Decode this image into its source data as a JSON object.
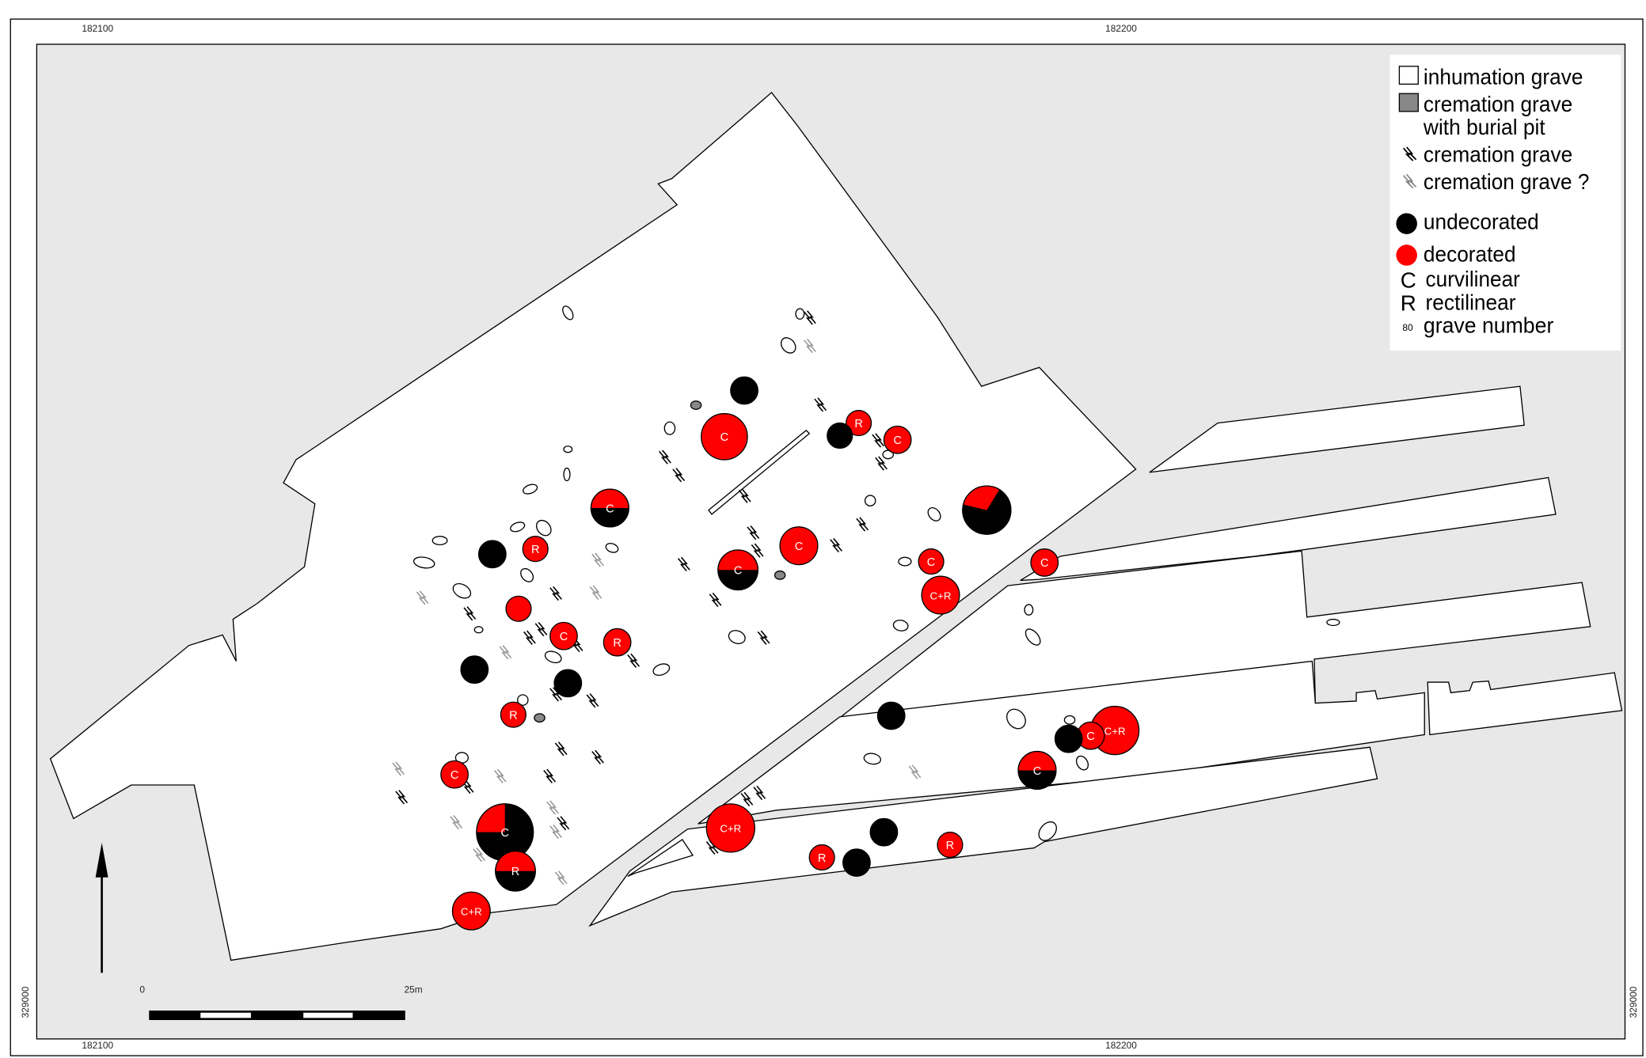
{
  "coords": {
    "x_left": "182100",
    "x_right": "182200",
    "y_left": "329000",
    "y_right": "329000"
  },
  "scale": {
    "start": "0",
    "end": "25m"
  },
  "legend": {
    "inhumation": "inhumation grave",
    "cremation_pit_1": "cremation grave",
    "cremation_pit_2": "with burial pit",
    "cremation": "cremation grave",
    "cremation_q": "cremation grave ?",
    "undecorated": "undecorated",
    "decorated": "decorated",
    "c_sym": "C",
    "c_label": "curvilinear",
    "r_sym": "R",
    "r_label": "rectilinear",
    "num_sym": "80",
    "num_label": "grave number"
  },
  "colors": {
    "decorated": "#ff0000",
    "undecorated": "#000000",
    "background": "#e8e8e8",
    "site": "#ffffff",
    "pit": "#888888"
  },
  "graves": [
    {
      "type": "undecorated",
      "label": ""
    },
    {
      "type": "decorated",
      "label": "C"
    },
    {
      "type": "decorated",
      "label": "R"
    },
    {
      "type": "undecorated",
      "label": ""
    },
    {
      "type": "decorated",
      "label": "C"
    },
    {
      "type": "mixed",
      "red_fraction": 0.5,
      "label": "C"
    },
    {
      "type": "mixed",
      "red_fraction": 0.3,
      "label": ""
    },
    {
      "type": "decorated",
      "label": "C"
    },
    {
      "type": "mixed",
      "red_fraction": 0.5,
      "label": "C"
    },
    {
      "type": "undecorated",
      "label": ""
    },
    {
      "type": "decorated",
      "label": "R"
    },
    {
      "type": "decorated",
      "label": "C"
    },
    {
      "type": "decorated",
      "label": "C"
    },
    {
      "type": "decorated",
      "label": "C+R"
    },
    {
      "type": "decorated",
      "label": ""
    },
    {
      "type": "decorated",
      "label": "C"
    },
    {
      "type": "decorated",
      "label": "R"
    },
    {
      "type": "undecorated",
      "label": ""
    },
    {
      "type": "undecorated",
      "label": ""
    },
    {
      "type": "decorated",
      "label": "R"
    },
    {
      "type": "undecorated",
      "label": ""
    },
    {
      "type": "decorated",
      "label": "C+R"
    },
    {
      "type": "decorated",
      "label": "C"
    },
    {
      "type": "undecorated",
      "label": ""
    },
    {
      "type": "mixed",
      "red_fraction": 0.5,
      "label": "C"
    },
    {
      "type": "decorated",
      "label": "C"
    },
    {
      "type": "mixed",
      "red_fraction": 0.25,
      "label": "C"
    },
    {
      "type": "mixed",
      "red_fraction": 0.5,
      "label": "R"
    },
    {
      "type": "decorated",
      "label": "C+R"
    },
    {
      "type": "undecorated",
      "label": ""
    },
    {
      "type": "decorated",
      "label": "R"
    },
    {
      "type": "undecorated",
      "label": ""
    },
    {
      "type": "decorated",
      "label": "R"
    },
    {
      "type": "decorated",
      "label": "C+R"
    }
  ]
}
